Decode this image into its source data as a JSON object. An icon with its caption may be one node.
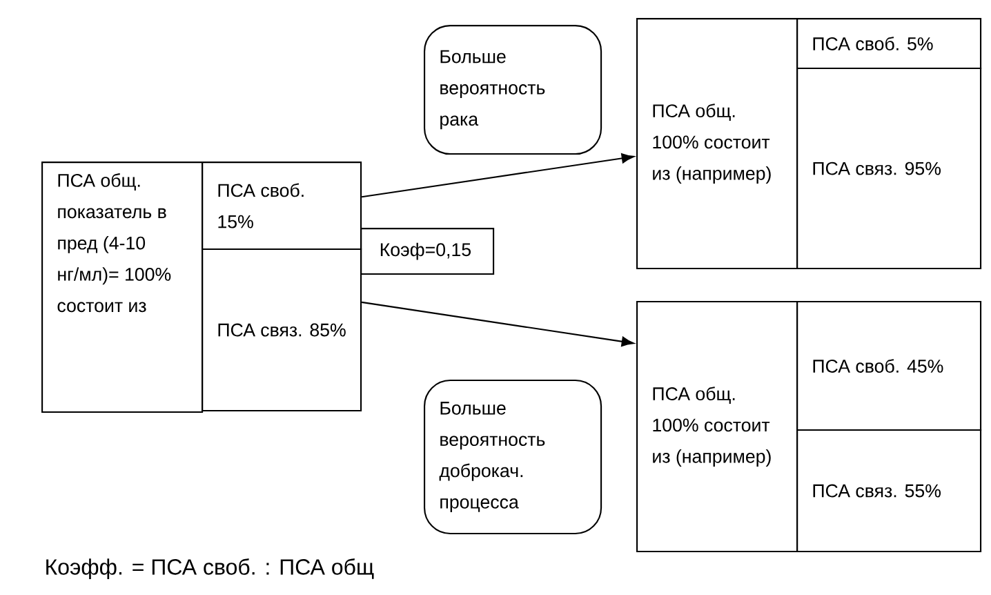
{
  "diagram": {
    "nodes": [
      {
        "text": [
          "ПСА общ. показатель в пред (4-10 нг/мл)= 100% состоит из"
        ]
      },
      {
        "text": [
          "ПСА своб. 15%"
        ]
      },
      {
        "text": [
          "ПСА связ. 85%"
        ]
      },
      {
        "text": [
          "Коэф=0,15"
        ]
      },
      {
        "text": [
          "Больше вероятность рака"
        ]
      },
      {
        "text": [
          "ПСА общ. 100% состоит из (например)"
        ]
      },
      {
        "text": [
          "ПСА своб. 5%"
        ]
      },
      {
        "text": [
          "ПСА связ. 95%"
        ]
      },
      {
        "text": [
          "Больше вероятность доброкач. процесса"
        ]
      },
      {
        "text": [
          "ПСА общ. 100% состоит из (например)"
        ]
      },
      {
        "text": [
          "ПСА своб. 45%"
        ]
      },
      {
        "text": [
          "ПСА связ. 55%"
        ]
      }
    ],
    "edges": [
      {
        "from": 1,
        "to": 5,
        "arrow": "to"
      },
      {
        "from": 2,
        "to": 9,
        "arrow": "to"
      }
    ],
    "labels": [
      "Коэфф. = ПСА своб. : ПСА общ"
    ]
  }
}
